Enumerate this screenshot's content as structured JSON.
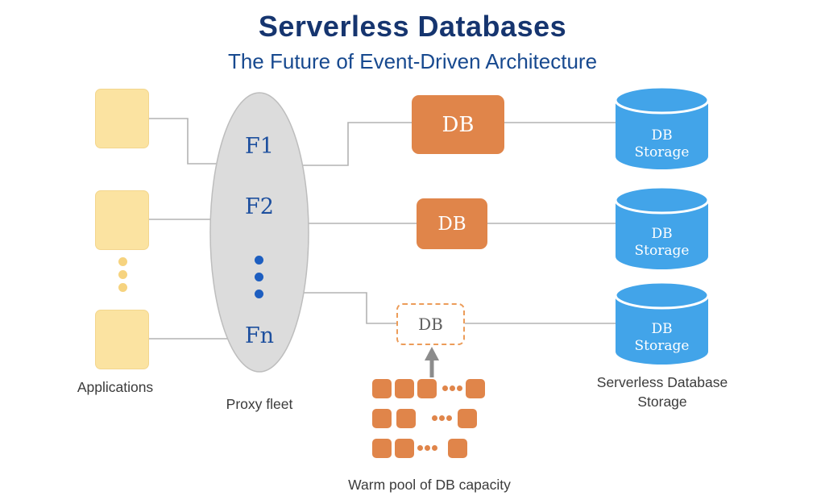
{
  "header": {
    "title": "Serverless Databases",
    "subtitle": "The Future of Event-Driven Architecture"
  },
  "applications": {
    "label": "Applications"
  },
  "proxy": {
    "label": "Proxy fleet",
    "nodes": [
      "F1",
      "F2",
      "Fn"
    ]
  },
  "db": {
    "box1": "DB",
    "box2": "DB",
    "warm_box": "DB",
    "warm_pool_label": "Warm pool of DB capacity"
  },
  "storage": {
    "cylinder_label_line1": "DB",
    "cylinder_label_line2": "Storage",
    "caption": "Serverless Database Storage"
  },
  "colors": {
    "title_navy": "#16356f",
    "subtitle_blue": "#17498f",
    "application_yellow": "#fbe3a1",
    "proxy_fill_gray": "#dcdcdc",
    "function_blue": "#1d4f9e",
    "db_orange": "#e0854a",
    "storage_blue": "#42a4e9",
    "connector_gray": "#b3b3b3"
  }
}
